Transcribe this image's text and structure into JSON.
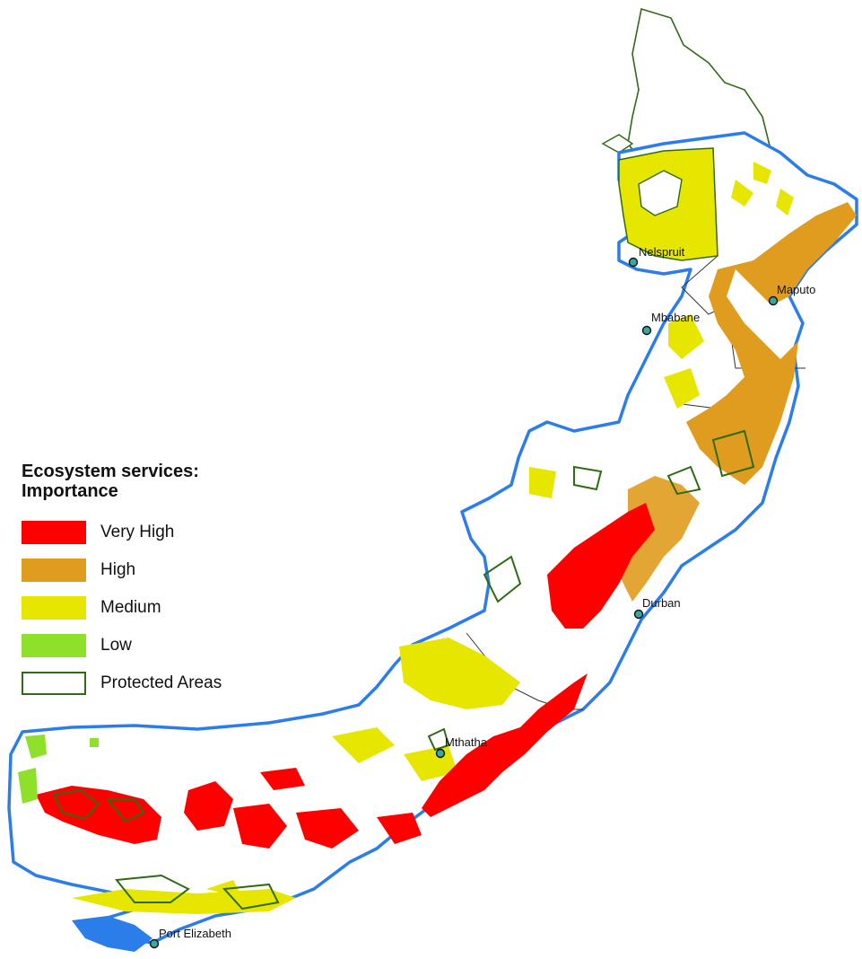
{
  "legend": {
    "title_line1": "Ecosystem services:",
    "title_line2": "Importance",
    "items": [
      {
        "label": "Very High",
        "color": "#ff0000"
      },
      {
        "label": "High",
        "color": "#e09c1e"
      },
      {
        "label": "Medium",
        "color": "#e6e600"
      },
      {
        "label": "Low",
        "color": "#8ee02a"
      },
      {
        "label": "Protected Areas",
        "color": "#ffffff",
        "border": "#2f6b14"
      }
    ]
  },
  "cities": {
    "nelspruit": "Nelspruit",
    "maputo": "Maputo",
    "mbabane": "Mbabane",
    "durban": "Durban",
    "mthatha": "Mthatha",
    "port_elizabeth": "Port Elizabeth"
  },
  "colors": {
    "boundary": "#2b7de9",
    "protected": "#2f6b14",
    "city_marker": "#3aa7a0"
  }
}
